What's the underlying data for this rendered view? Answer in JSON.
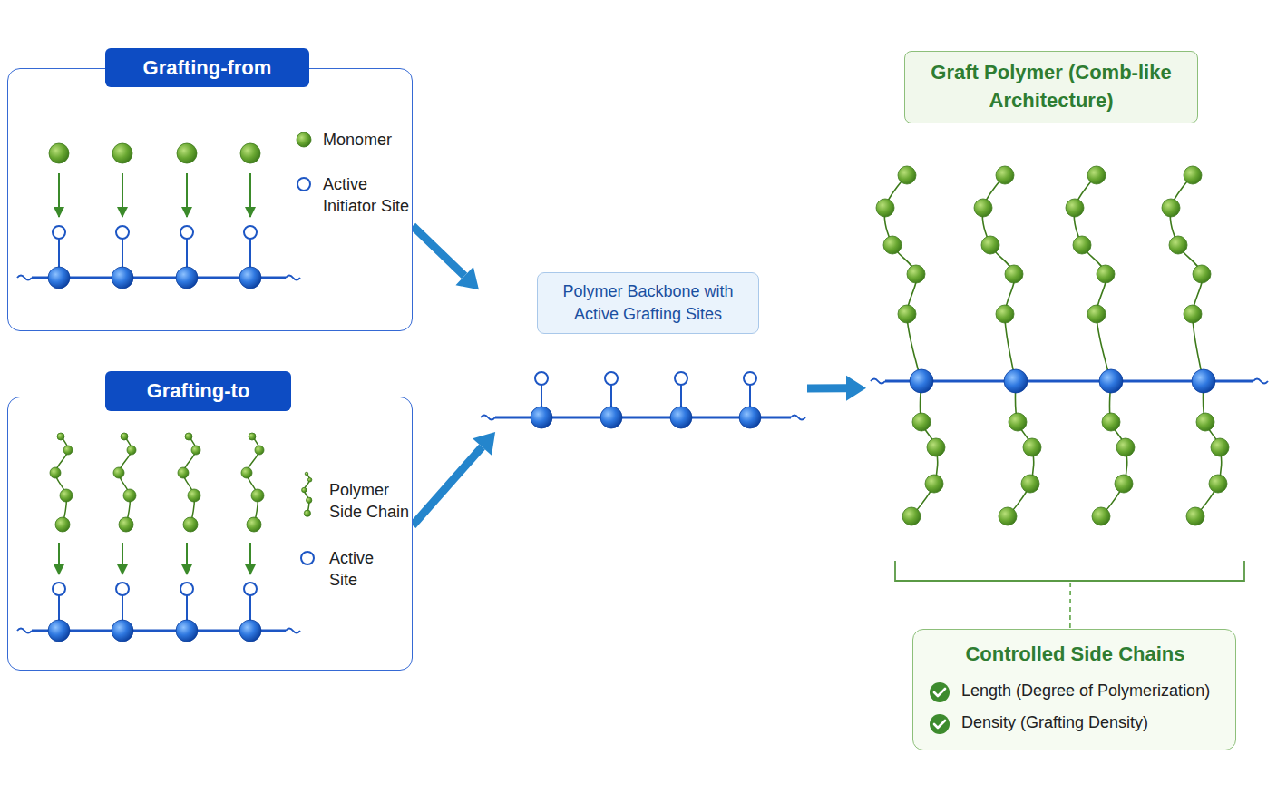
{
  "diagram": {
    "nodes": [
      {
        "text": [
          "Grafting-from"
        ]
      },
      {
        "text": [
          "Grafting-to"
        ]
      },
      {
        "text": [
          "Polymer Backbone with Active Grafting Sites"
        ]
      },
      {
        "text": [
          "Graft Polymer (Comb-like Architecture)"
        ]
      },
      {
        "text": [
          "Controlled Side Chains",
          "Length (Degree of Polymerization)",
          "Density (Grafting Density)"
        ]
      }
    ],
    "edges": [
      {
        "from": 0,
        "to": 2,
        "arrow": "to"
      },
      {
        "from": 1,
        "to": 2,
        "arrow": "to"
      },
      {
        "from": 2,
        "to": 3,
        "arrow": "to"
      },
      {
        "from": 3,
        "to": 4,
        "arrow": "none"
      }
    ],
    "legend": [
      {
        "text": "Monomer"
      },
      {
        "text": "Active Initiator Site"
      },
      {
        "text": "Polymer Side Chain"
      },
      {
        "text": "Active Site"
      }
    ]
  }
}
